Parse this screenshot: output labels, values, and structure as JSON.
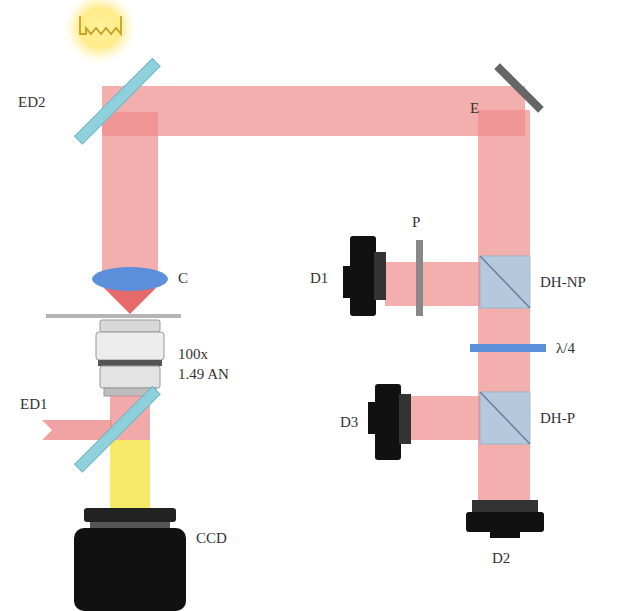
{
  "diagram": {
    "labels": [
      "ED2",
      "C",
      "100x 1.49 AN",
      "ED1",
      "CCD",
      "E",
      "P",
      "D1",
      "DH-NP",
      "λ/4",
      "D3",
      "DH-P",
      "D2"
    ]
  }
}
